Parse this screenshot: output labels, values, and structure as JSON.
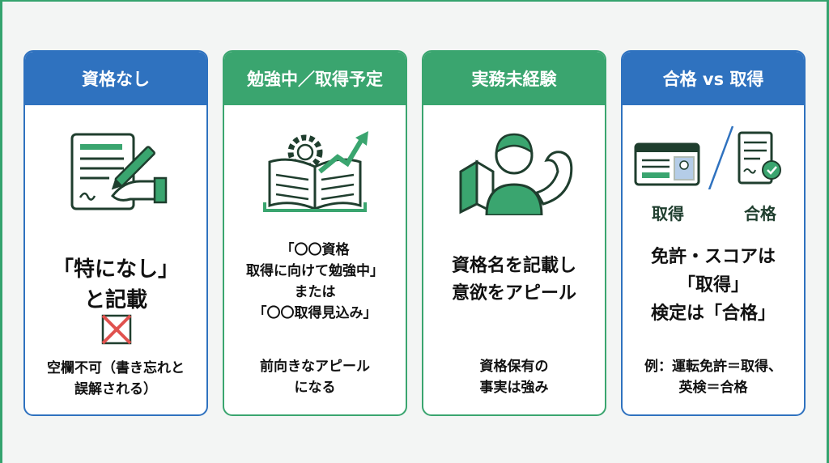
{
  "cards": [
    {
      "header": "資格なし",
      "main": "「特になし」\nと記載",
      "sub": "空欄不可（書き忘れと\n誤解される）",
      "icon": "document-pen-icon",
      "mark_icon": "cross-box-icon"
    },
    {
      "header": "勉強中／取得予定",
      "main": "「〇〇資格\n取得に向けて勉強中」\nまたは\n「〇〇取得見込み」",
      "sub": "前向きなアピール\nになる",
      "icon": "book-growth-icon"
    },
    {
      "header": "実務未経験",
      "main": "資格名を記載し\n意欲をアピール",
      "sub": "資格保有の\n事実は強み",
      "icon": "beginner-strong-person-icon"
    },
    {
      "header": "合格 vs 取得",
      "left_label": "取得",
      "right_label": "合格",
      "main": "免許・スコアは\n「取得」\n検定は「合格」",
      "sub": "例：運転免許＝取得、\n英検＝合格",
      "icons": [
        "license-card-icon",
        "certificate-icon"
      ]
    }
  ],
  "colors": {
    "blue": "#2f72bf",
    "green": "#3aa56f",
    "icon_dark": "#1f3e2e",
    "cross": "#e0524f",
    "background": "#f3f5f4"
  }
}
